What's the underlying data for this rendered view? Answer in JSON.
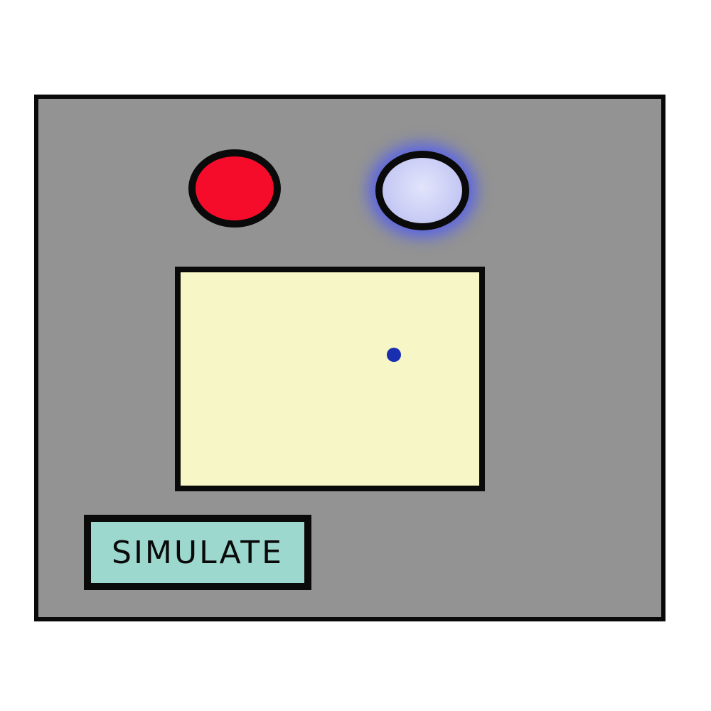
{
  "panel": {
    "background_color": "#939393"
  },
  "indicators": [
    {
      "name": "red-light",
      "color": "#f60c2b",
      "lit": false
    },
    {
      "name": "blue-light",
      "color": "#c9cdf5",
      "glow": "#5a64e6",
      "lit": true
    }
  ],
  "simulation_area": {
    "background_color": "#f6f6c6",
    "particle_color": "#1a2fb0"
  },
  "simulate_button": {
    "label": "SIMULATE",
    "background_color": "#9dd8cf"
  }
}
